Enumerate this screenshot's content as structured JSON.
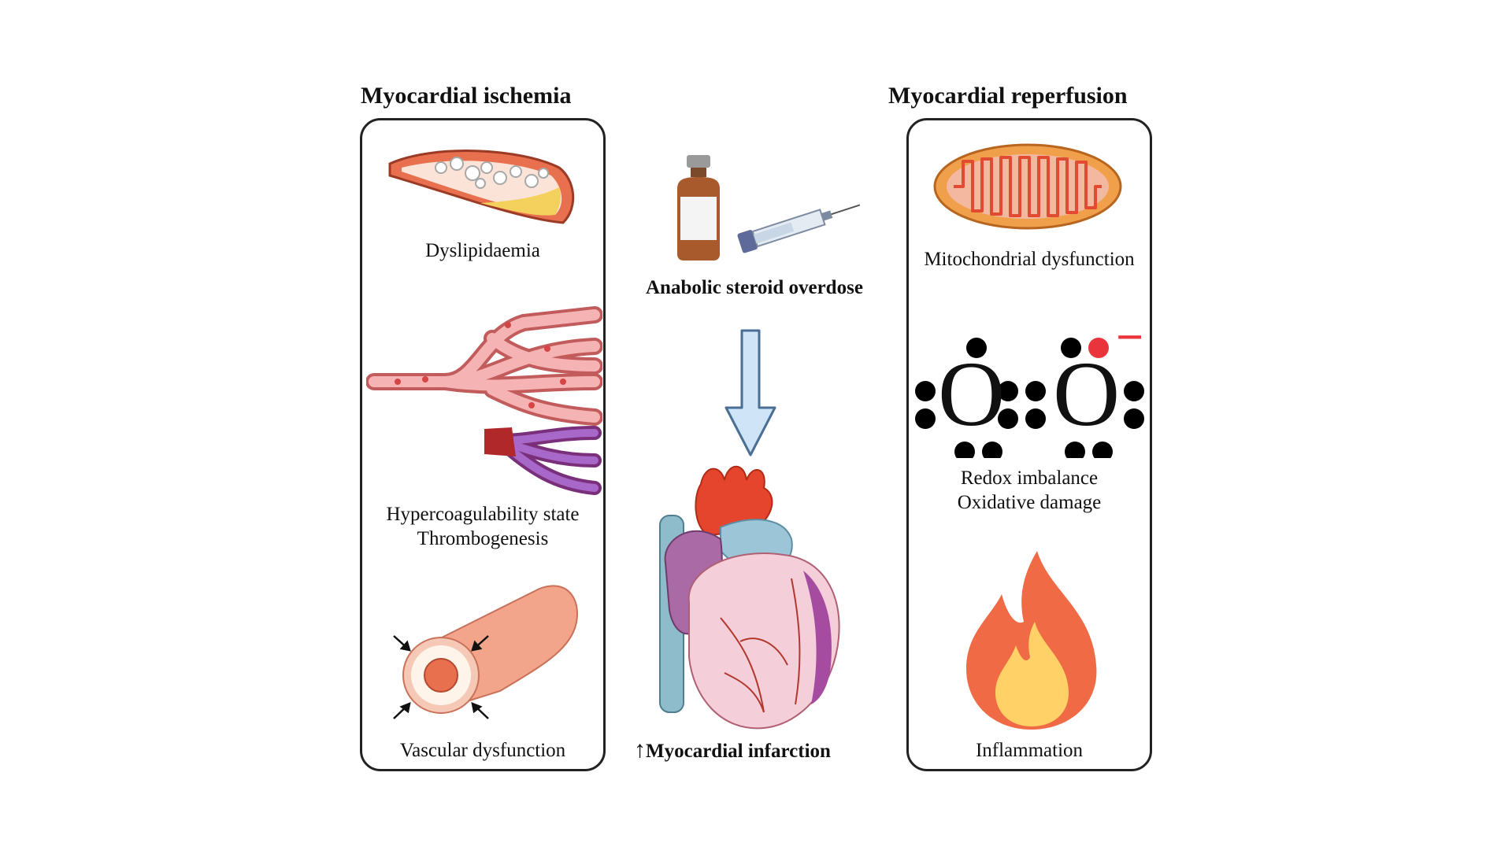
{
  "left_panel": {
    "title": "Myocardial ischemia",
    "items": [
      {
        "label": "Dyslipidaemia"
      },
      {
        "label": "Hypercoagulability state",
        "label2": "Thrombogenesis"
      },
      {
        "label": "Vascular dysfunction"
      }
    ]
  },
  "center": {
    "cause_label": "Anabolic steroid overdose",
    "outcome_arrow": "↑",
    "outcome_label": "Myocardial infarction"
  },
  "right_panel": {
    "title": "Myocardial reperfusion",
    "items": [
      {
        "label": "Mitochondrial dysfunction"
      },
      {
        "label": "Redox imbalance",
        "label2": "Oxidative damage"
      },
      {
        "label": "Inflammation"
      }
    ]
  },
  "superoxide": {
    "atom1": "O",
    "atom2": "O",
    "charge": "−"
  },
  "colors": {
    "panel_border": "#222222",
    "arrow_fill": "#cfe4f7",
    "arrow_stroke": "#4a6f94",
    "vessel": "#f2a58a",
    "clot": "#c0392b",
    "vein": "#8e44ad",
    "mitochondria": "#f0a04b",
    "flame_outer": "#f06a45",
    "flame_inner": "#ffd166",
    "radical_dot": "#e8343a"
  }
}
